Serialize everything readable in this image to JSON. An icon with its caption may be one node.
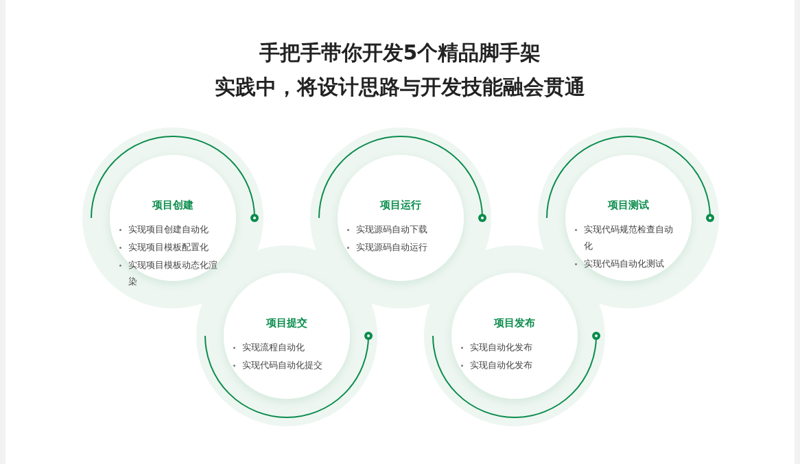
{
  "diagram": {
    "title": "手把手带你开发5个精品脚手架",
    "labels": [
      "实践中，将设计思路与开发技能融会贯通"
    ],
    "nodes": [
      {
        "text": [
          "项目创建",
          "实现项目创建自动化",
          "实现项目模板配置化",
          "实现项目模板动态化渲染"
        ]
      },
      {
        "text": [
          "项目提交",
          "实现流程自动化",
          "实现代码自动化提交"
        ]
      },
      {
        "text": [
          "项目运行",
          "实现源码自动下载",
          "实现源码自动运行"
        ]
      },
      {
        "text": [
          "项目发布",
          "实现自动化发布",
          "实现自动化发布"
        ]
      },
      {
        "text": [
          "项目测试",
          "实现代码规范检查自动化",
          "实现代码自动化测试"
        ]
      }
    ]
  }
}
